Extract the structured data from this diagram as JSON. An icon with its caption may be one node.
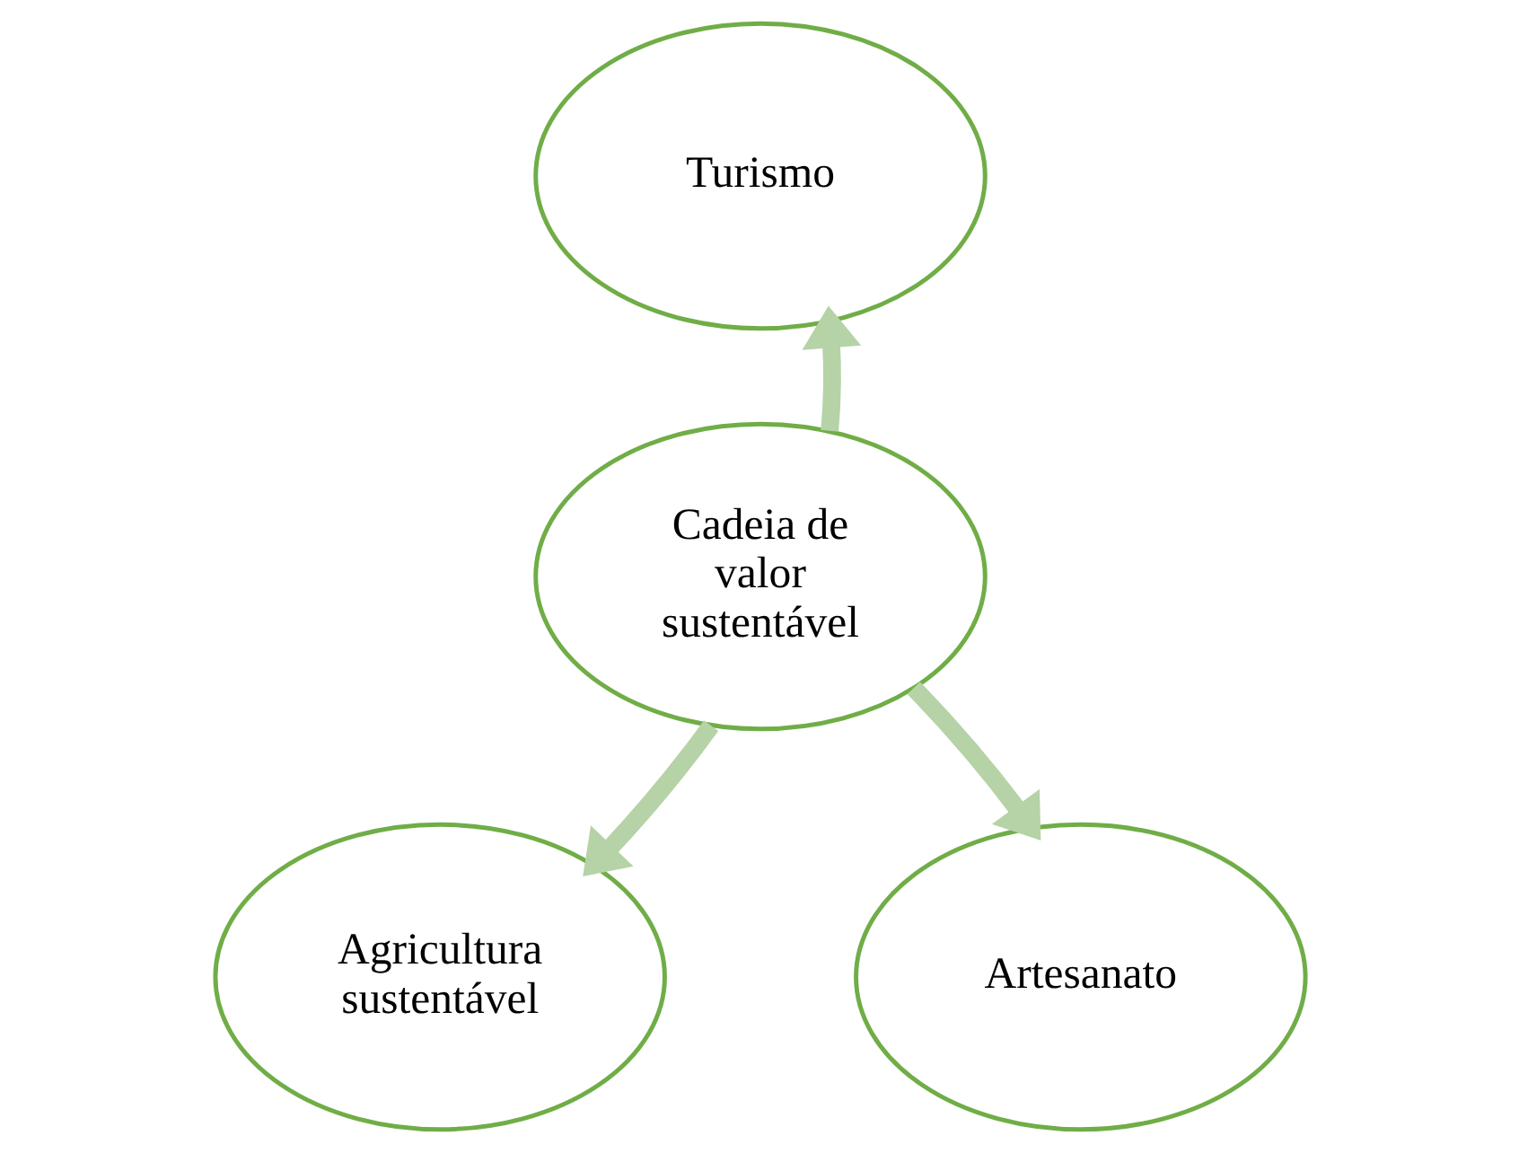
{
  "diagram": {
    "nodes": [
      {
        "text": [
          "Turismo"
        ]
      },
      {
        "text": [
          "Cadeia de valor sustentável"
        ]
      },
      {
        "text": [
          "Agricultura sustentável"
        ]
      },
      {
        "text": [
          "Artesanato"
        ]
      }
    ],
    "edges": [
      {
        "from": 1,
        "to": 0,
        "arrow": "to"
      },
      {
        "from": 1,
        "to": 2,
        "arrow": "to"
      },
      {
        "from": 1,
        "to": 3,
        "arrow": "to"
      }
    ]
  }
}
